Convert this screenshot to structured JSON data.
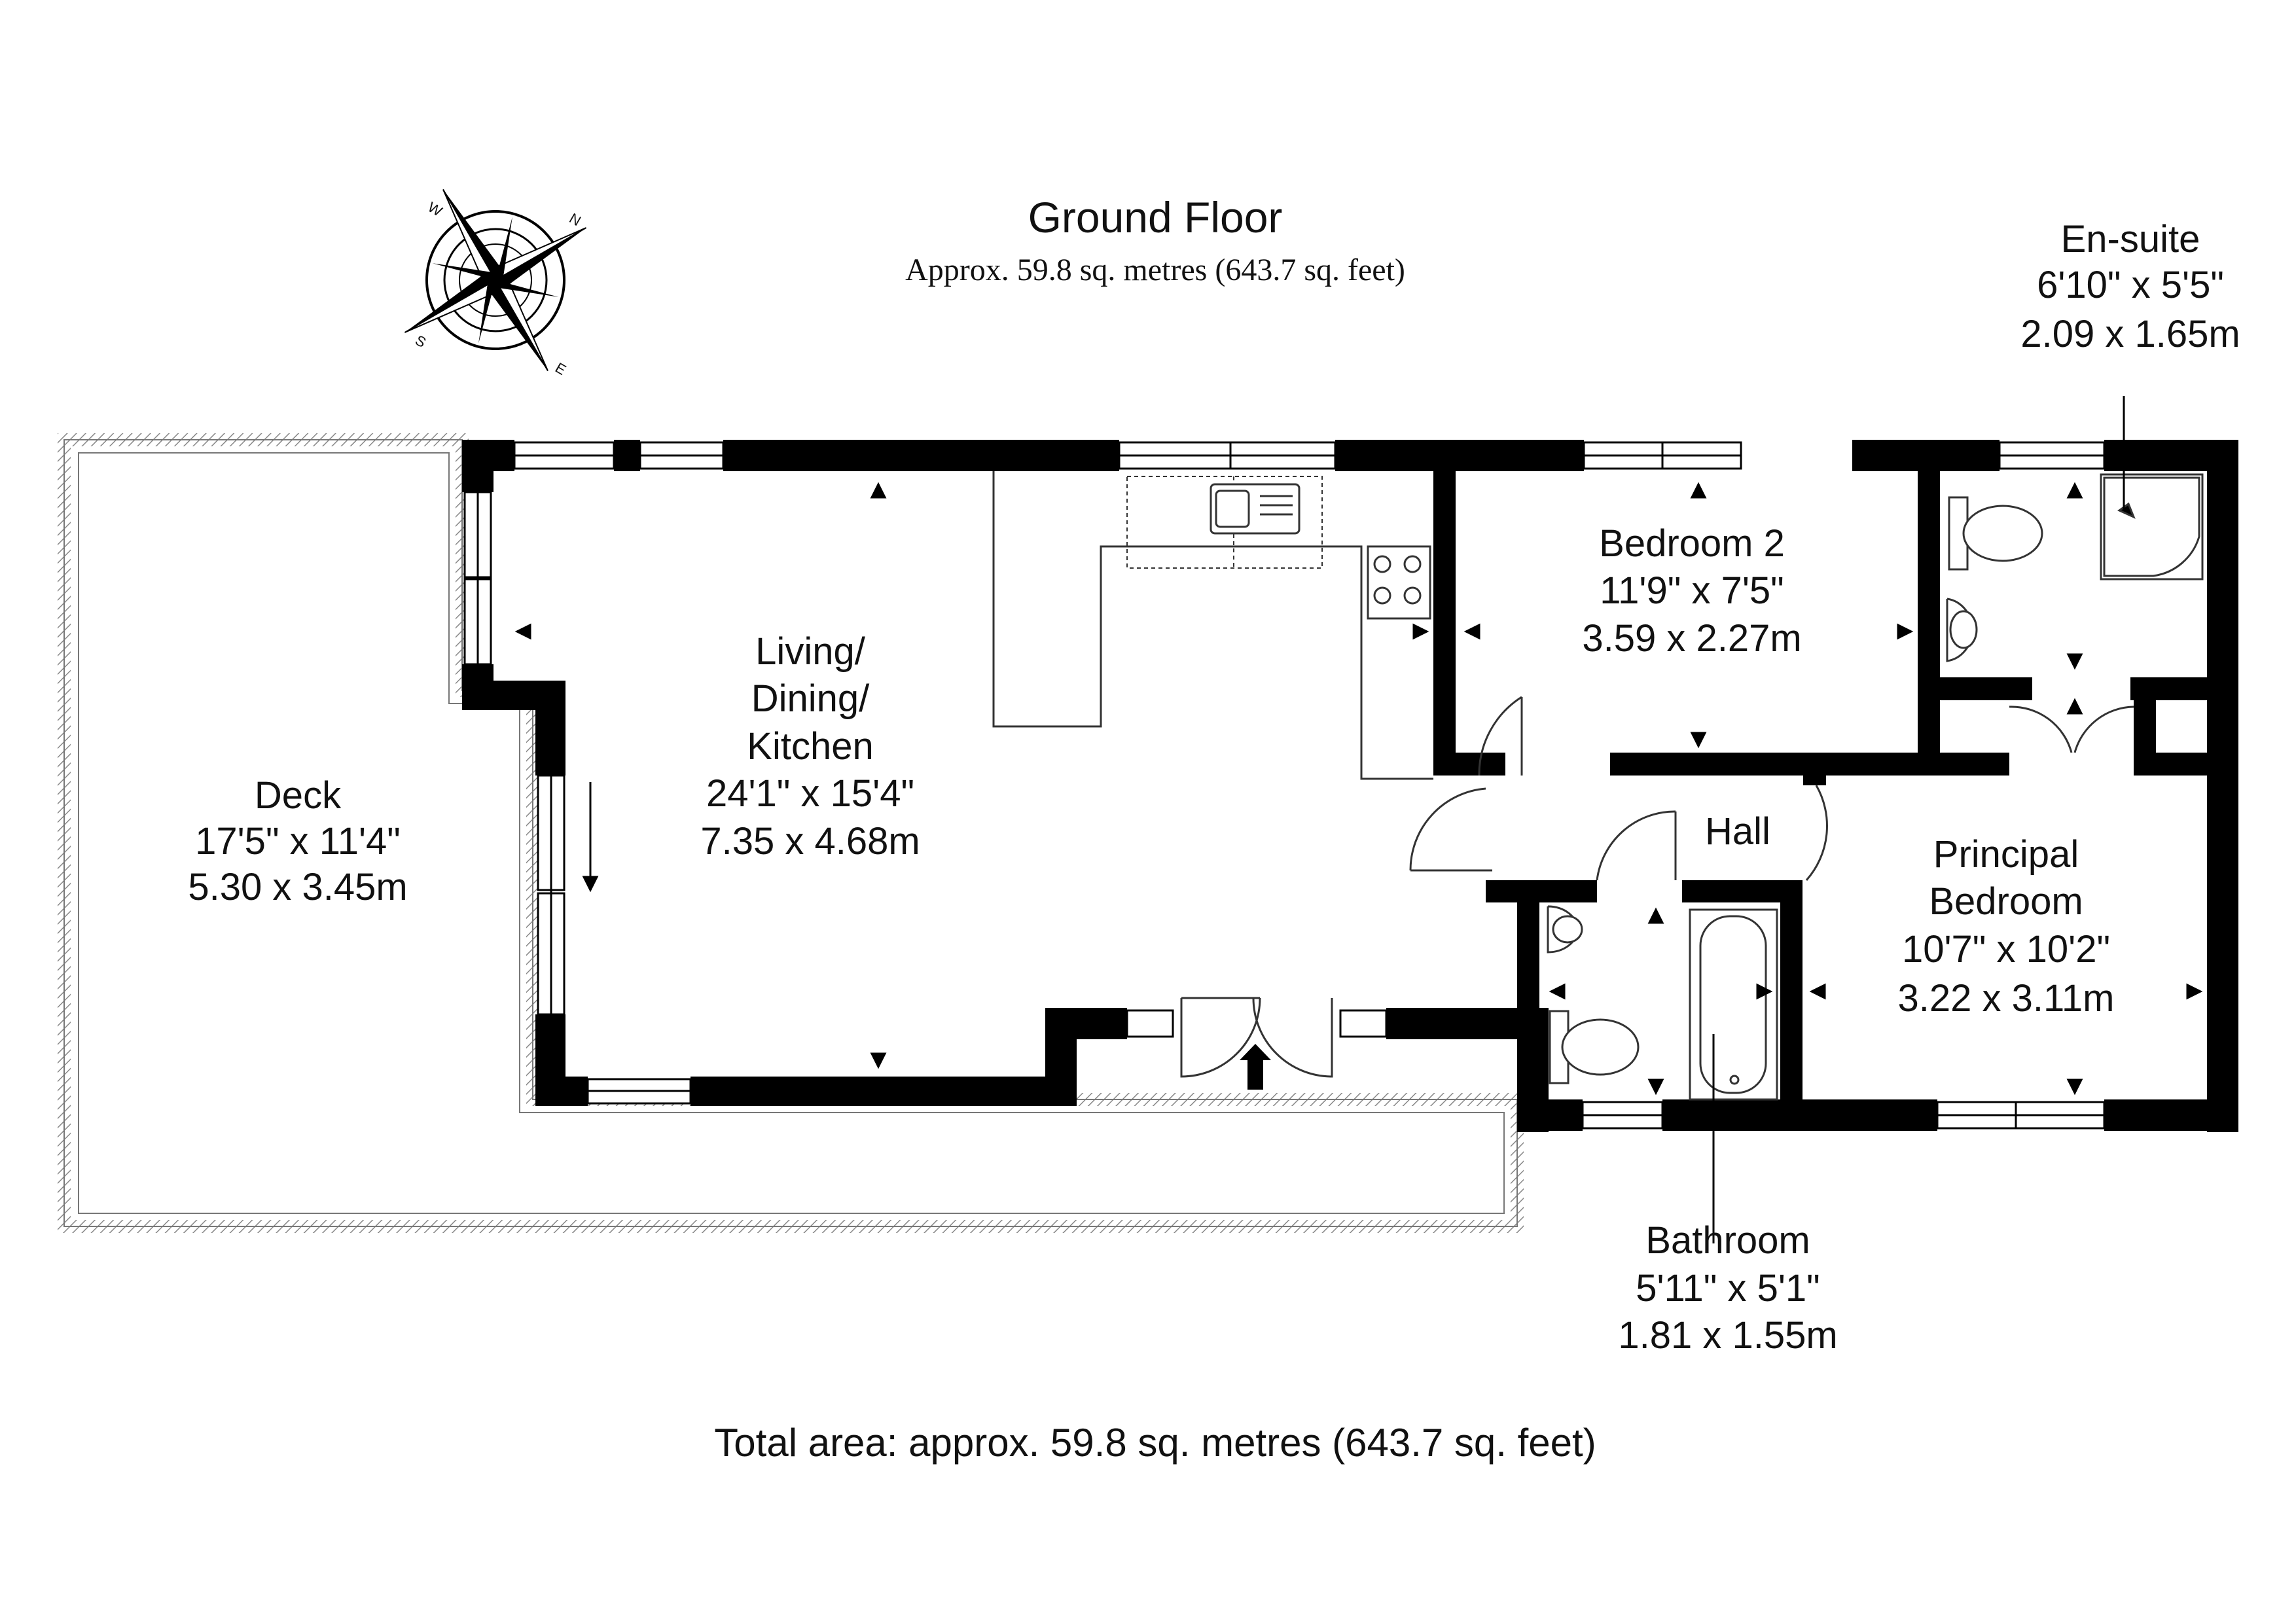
{
  "title": "Ground Floor",
  "subtitle": "Approx. 59.8 sq. metres (643.7 sq. feet)",
  "total_area": "Total area: approx. 59.8 sq. metres (643.7 sq. feet)",
  "compass": {
    "icon": "compass-rose-icon",
    "letters": {
      "n": "N",
      "s": "S",
      "e": "E",
      "w": "W"
    }
  },
  "colors": {
    "wall": "#000000",
    "line": "#333333",
    "deck": "#999999",
    "background": "#ffffff"
  },
  "rooms": {
    "deck": {
      "name": "Deck",
      "imperial": "17'5\" x 11'4\"",
      "metric": "5.30 x 3.45m"
    },
    "living": {
      "name_1": "Living/",
      "name_2": "Dining/",
      "name_3": "Kitchen",
      "imperial": "24'1\" x 15'4\"",
      "metric": "7.35 x 4.68m"
    },
    "bedroom2": {
      "name": "Bedroom 2",
      "imperial": "11'9\" x 7'5\"",
      "metric": "3.59 x 2.27m"
    },
    "ensuite": {
      "name": "En-suite",
      "imperial": "6'10\" x 5'5\"",
      "metric": "2.09 x 1.65m"
    },
    "hall": {
      "name": "Hall"
    },
    "principal": {
      "name_1": "Principal",
      "name_2": "Bedroom",
      "imperial": "10'7\" x 10'2\"",
      "metric": "3.22 x 3.11m"
    },
    "bathroom": {
      "name": "Bathroom",
      "imperial": "5'11\" x 5'1\"",
      "metric": "1.81 x 1.55m"
    }
  }
}
